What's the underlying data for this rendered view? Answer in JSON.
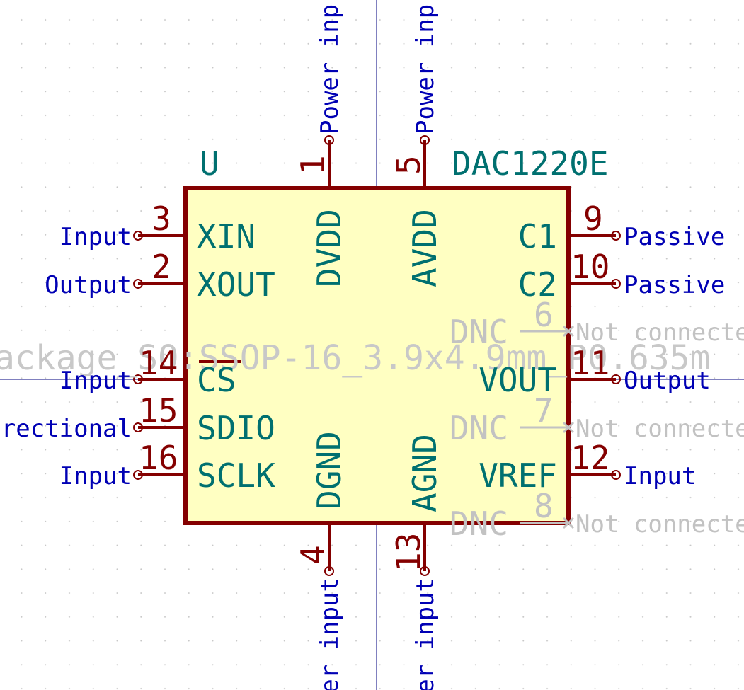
{
  "symbol": {
    "reference": "U",
    "value": "DAC1220E",
    "footprint": "ackage_SO:SSOP-16_3.9x4.9mm_P0.635m"
  },
  "pins": [
    {
      "number": "3",
      "name": "XIN",
      "type": "Input"
    },
    {
      "number": "2",
      "name": "XOUT",
      "type": "Output"
    },
    {
      "number": "14",
      "name": "CS",
      "type": "Input"
    },
    {
      "number": "15",
      "name": "SDIO",
      "type": "irectional"
    },
    {
      "number": "16",
      "name": "SCLK",
      "type": "Input"
    },
    {
      "number": "9",
      "name": "C1",
      "type": "Passive"
    },
    {
      "number": "10",
      "name": "C2",
      "type": "Passive"
    },
    {
      "number": "6",
      "name": "DNC",
      "type": "Not connecte"
    },
    {
      "number": "11",
      "name": "VOUT",
      "type": "Output"
    },
    {
      "number": "7",
      "name": "DNC",
      "type": "Not connecte"
    },
    {
      "number": "12",
      "name": "VREF",
      "type": "Input"
    },
    {
      "number": "8",
      "name": "DNC",
      "type": "Not connecte"
    },
    {
      "number": "1",
      "name": "DVDD",
      "type": "Power inp"
    },
    {
      "number": "5",
      "name": "AVDD",
      "type": "Power inp"
    },
    {
      "number": "4",
      "name": "DGND",
      "type": "ver input"
    },
    {
      "number": "13",
      "name": "AGND",
      "type": "ver input"
    }
  ]
}
